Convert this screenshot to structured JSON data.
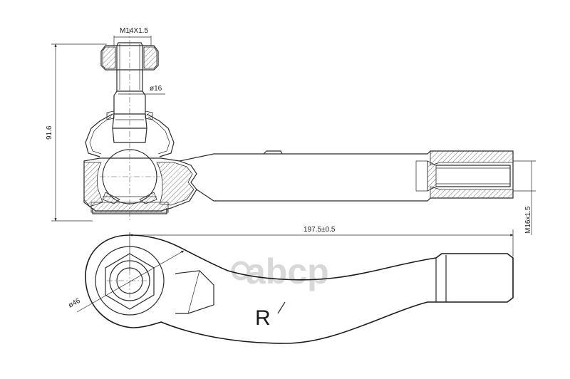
{
  "dimensions": {
    "thread_top": "M14X1.5",
    "shank_diameter": "ø16",
    "height": "91.6",
    "length": "197.5±0.5",
    "thread_end": "M16x1.5",
    "ball_diameter": "ø46"
  },
  "side_marker": "R",
  "watermark": "abcp"
}
